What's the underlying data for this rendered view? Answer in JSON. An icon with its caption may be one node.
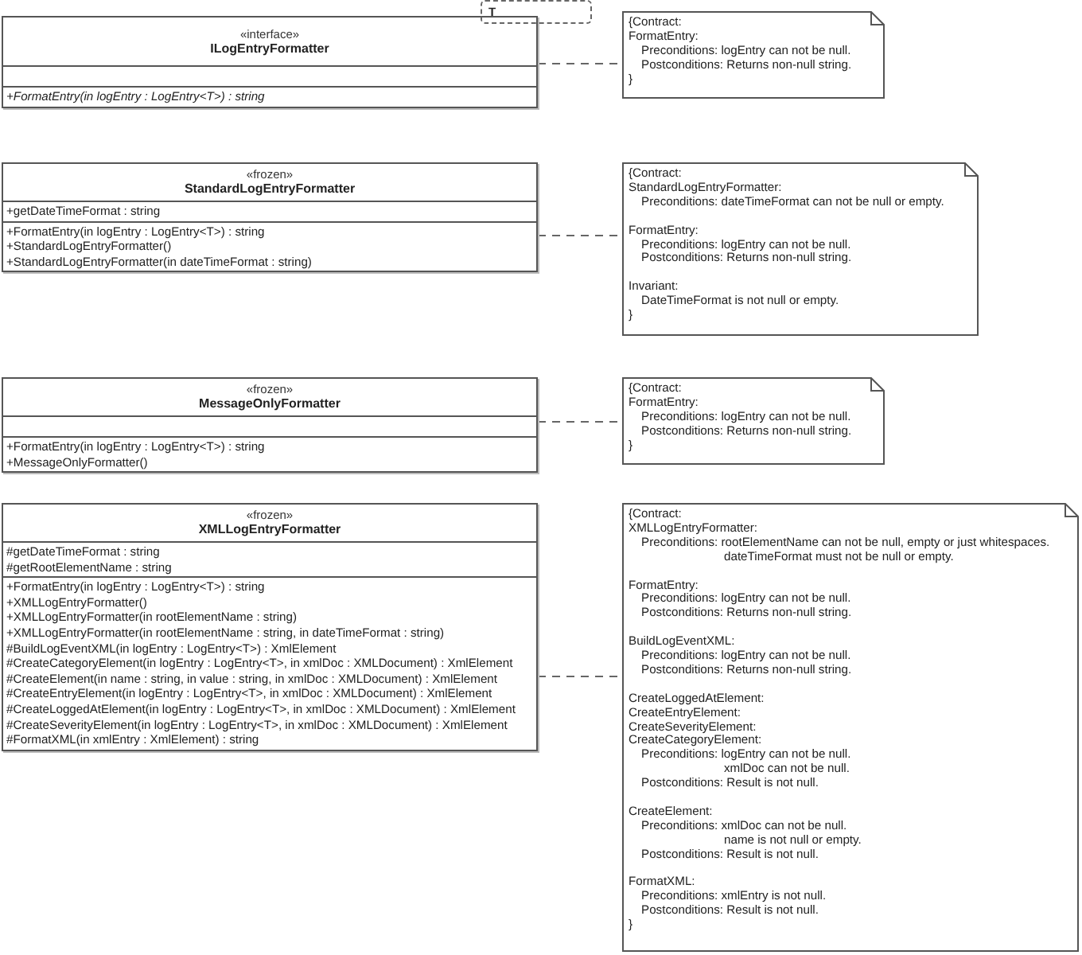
{
  "diagram": {
    "nodes": [
      {
        "text": [
          "«interface»",
          "ILogEntryFormatter"
        ]
      },
      {
        "text": [],
        "shape": "box",
        "in": 0
      },
      {
        "text": [
          "+FormatEntry(in logEntry : LogEntry<T>) : string"
        ],
        "in": 0
      },
      {
        "text": [
          "T"
        ]
      },
      {
        "text": [
          "{Contract:",
          "FormatEntry:",
          "Preconditions: logEntry can not be null.",
          "Postconditions: Returns non-null string.",
          "}"
        ]
      },
      {
        "text": [
          "«frozen»",
          "StandardLogEntryFormatter"
        ]
      },
      {
        "text": [
          "+getDateTimeFormat : string"
        ],
        "in": 5
      },
      {
        "text": [
          "+FormatEntry(in logEntry : LogEntry<T>) : string",
          "+StandardLogEntryFormatter()",
          "+StandardLogEntryFormatter(in dateTimeFormat : string)"
        ],
        "in": 5
      },
      {
        "text": [
          "{Contract:",
          "StandardLogEntryFormatter:",
          "Preconditions: dateTimeFormat can not be null or empty.",
          "FormatEntry:",
          "Preconditions: logEntry can not be null.",
          "Postconditions: Returns non-null string.",
          "Invariant:",
          "DateTimeFormat is not null or empty.",
          "}"
        ]
      },
      {
        "text": [
          "«frozen»",
          "MessageOnlyFormatter"
        ]
      },
      {
        "text": [],
        "shape": "box",
        "in": 9
      },
      {
        "text": [
          "+FormatEntry(in logEntry : LogEntry<T>) : string",
          "+MessageOnlyFormatter()"
        ],
        "in": 9
      },
      {
        "text": [
          "{Contract:",
          "FormatEntry:",
          "Preconditions: logEntry can not be null.",
          "Postconditions: Returns non-null string.",
          "}"
        ]
      },
      {
        "text": [
          "«frozen»",
          "XMLLogEntryFormatter"
        ]
      },
      {
        "text": [
          "#getDateTimeFormat : string",
          "#getRootElementName : string"
        ],
        "in": 13
      },
      {
        "text": [
          "+FormatEntry(in logEntry : LogEntry<T>) : string",
          "+XMLLogEntryFormatter()",
          "+XMLLogEntryFormatter(in rootElementName : string)",
          "+XMLLogEntryFormatter(in rootElementName : string, in dateTimeFormat : string)",
          "#BuildLogEventXML(in logEntry : LogEntry<T>) : XmlElement",
          "#CreateCategoryElement(in logEntry : LogEntry<T>, in xmlDoc : XMLDocument) : XmlElement",
          "#CreateElement(in name : string, in value : string, in xmlDoc : XMLDocument) : XmlElement",
          "#CreateEntryElement(in logEntry : LogEntry<T>, in xmlDoc : XMLDocument) : XmlElement",
          "#CreateLoggedAtElement(in logEntry : LogEntry<T>, in xmlDoc : XMLDocument) : XmlElement",
          "#CreateSeverityElement(in logEntry : LogEntry<T>, in xmlDoc : XMLDocument) : XmlElement",
          "#FormatXML(in xmlEntry : XmlElement) : string"
        ],
        "in": 13
      },
      {
        "text": [
          "{Contract:",
          "XMLLogEntryFormatter:",
          "Preconditions: rootElementName can not be null, empty or just whitespaces.",
          "dateTimeFormat must not be null or empty.",
          "FormatEntry:",
          "Preconditions: logEntry can not be null.",
          "Postconditions: Returns non-null string.",
          "BuildLogEventXML:",
          "Preconditions: logEntry can not be null.",
          "Postconditions: Returns non-null string.",
          "CreateLoggedAtElement:",
          "CreateEntryElement:",
          "CreateSeverityElement:",
          "CreateCategoryElement:",
          "Preconditions: logEntry can not be null.",
          "xmlDoc can not be null.",
          "Postconditions: Result is not null.",
          "CreateElement:",
          "Preconditions: xmlDoc can not be null.",
          "name is not null or empty.",
          "Postconditions: Result is not null.",
          "FormatXML:",
          "Preconditions: xmlEntry is not null.",
          "Postconditions: Result is not null.",
          "}"
        ]
      }
    ],
    "edges": [
      {
        "from": 0,
        "to": 4,
        "arrow": "none",
        "style": "dashed"
      },
      {
        "from": 5,
        "to": 8,
        "arrow": "none",
        "style": "dashed"
      },
      {
        "from": 9,
        "to": 12,
        "arrow": "none",
        "style": "dashed"
      },
      {
        "from": 13,
        "to": 16,
        "arrow": "none",
        "style": "dashed"
      }
    ]
  }
}
